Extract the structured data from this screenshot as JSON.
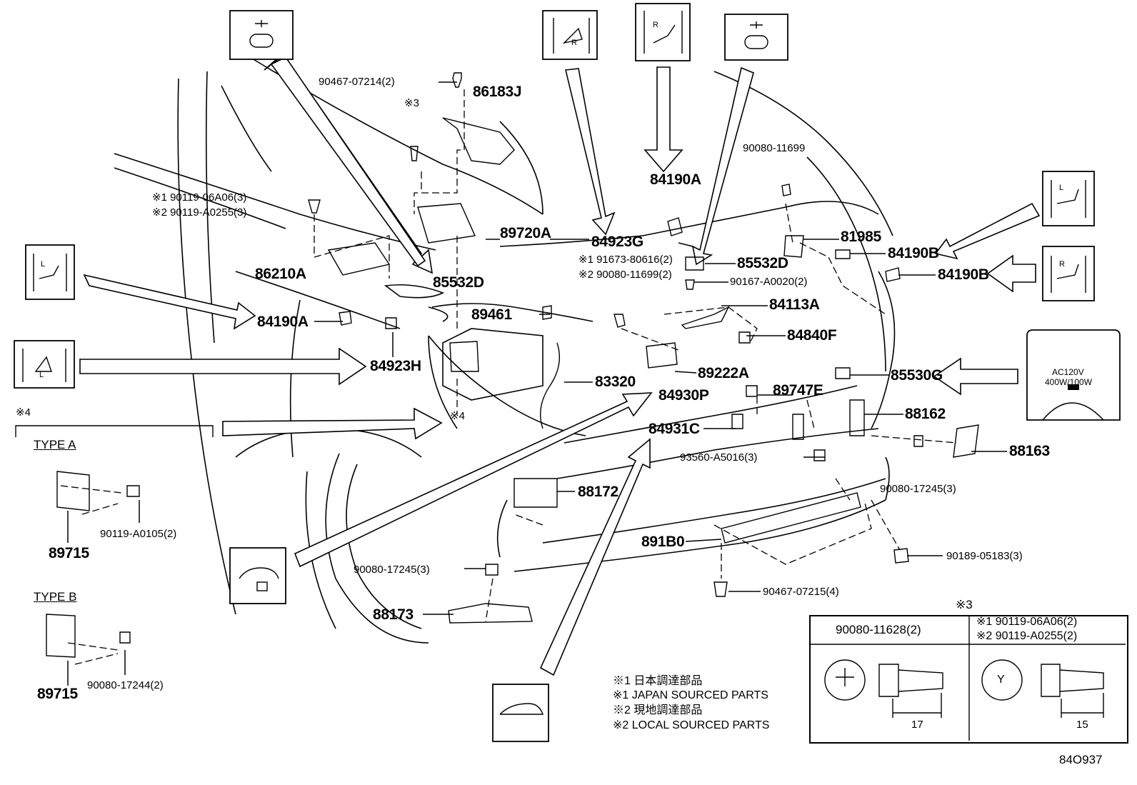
{
  "diagram": {
    "parts": {
      "p1": "90467-07214(2)",
      "p2": "86183J",
      "p3": "※3",
      "p4": "90080-11699",
      "p5": "※1 90119-06A06(3)",
      "p6": "※2 90119-A0255(3)",
      "p7": "84190A",
      "p8": "89720A",
      "p9": "84923G",
      "p10": "81985",
      "p11": "※1 91673-80616(2)",
      "p12": "※2 90080-11699(2)",
      "p13": "85532D",
      "p14": "84190B",
      "p15": "86210A",
      "p16": "85532D",
      "p17": "90167-A0020(2)",
      "p18": "84190B",
      "p19": "84113A",
      "p20": "84190A",
      "p21": "89461",
      "p22": "84840F",
      "p23": "84923H",
      "p24": "89222A",
      "p25": "85530G",
      "p26": "83320",
      "p27": "89747E",
      "p28": "84930P",
      "p29": "88162",
      "p30": "※4",
      "p31": "※4",
      "p32": "84931C",
      "p33": "93560-A5016(3)",
      "p34": "88163",
      "p35": "TYPE A",
      "p36": "88172",
      "p37": "90080-17245(3)",
      "p38": "90119-A0105(2)",
      "p39": "89715",
      "p40": "891B0",
      "p41": "90189-05183(3)",
      "p42": "90080-17245(3)",
      "p43": "90467-07215(4)",
      "p44": "TYPE B",
      "p45": "88173",
      "p46": "90080-17244(2)",
      "p47": "89715"
    },
    "legend": {
      "l1": "※1 日本調達部品",
      "l2": "※1 JAPAN SOURCED PARTS",
      "l3": "※2 現地調達部品",
      "l4": "※2 LOCAL SOURCED PARTS"
    },
    "table": {
      "mark": "※3",
      "col1_header": "90080-11628(2)",
      "col2_header_1": "※1 90119-06A06(2)",
      "col2_header_2": "※2 90119-A0255(2)",
      "dim1": "17",
      "dim2": "15",
      "bolt_letter": "Y"
    },
    "outlet_box": {
      "line1": "AC120V",
      "line2": "400W/100W"
    },
    "icon_letters": {
      "l": "L",
      "r": "R"
    },
    "ref_code": "84O937"
  }
}
